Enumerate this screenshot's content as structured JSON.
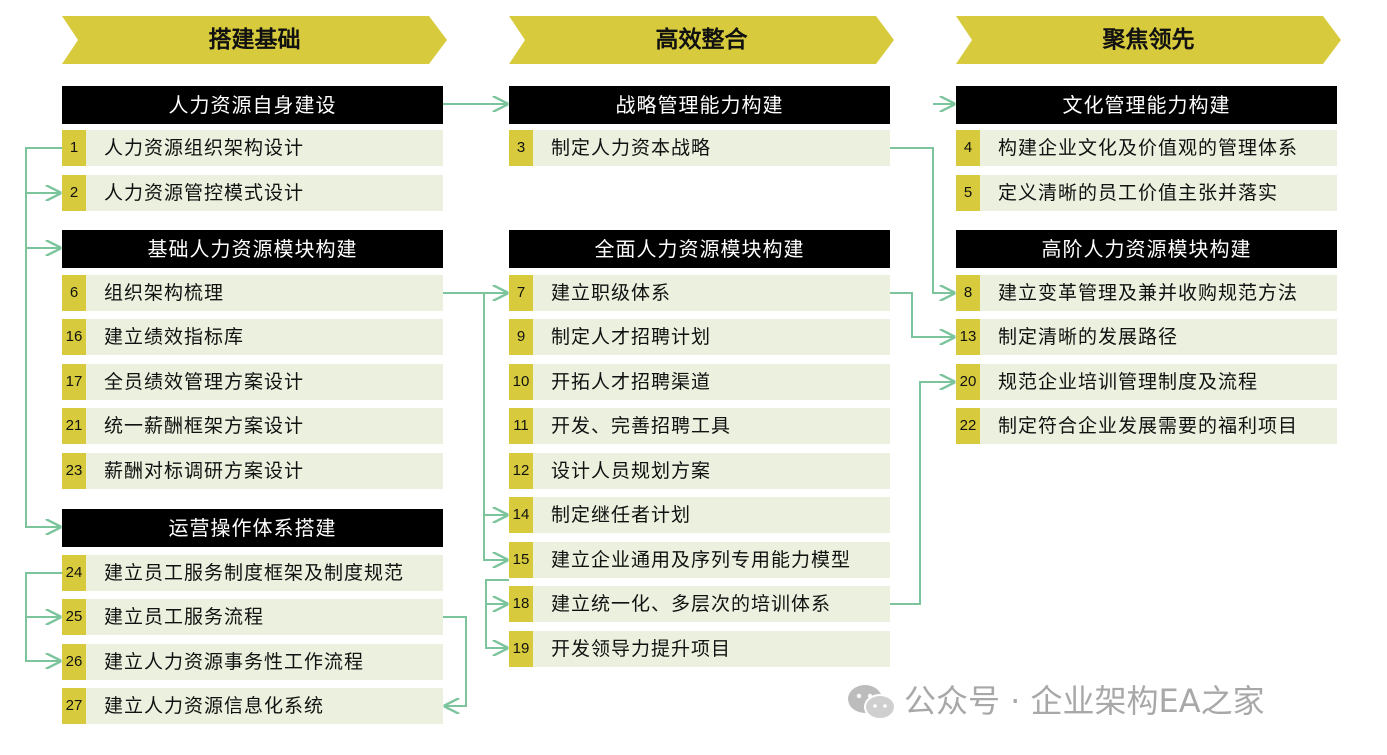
{
  "phases": [
    "搭建基础",
    "高效整合",
    "聚焦领先"
  ],
  "col1": {
    "g1": {
      "header": "人力资源自身建设",
      "items": [
        {
          "num": "1",
          "label": "人力资源组织架构设计"
        },
        {
          "num": "2",
          "label": "人力资源管控模式设计"
        }
      ]
    },
    "g2": {
      "header": "基础人力资源模块构建",
      "items": [
        {
          "num": "6",
          "label": "组织架构梳理"
        },
        {
          "num": "16",
          "label": "建立绩效指标库"
        },
        {
          "num": "17",
          "label": "全员绩效管理方案设计"
        },
        {
          "num": "21",
          "label": "统一薪酬框架方案设计"
        },
        {
          "num": "23",
          "label": "薪酬对标调研方案设计"
        }
      ]
    },
    "g3": {
      "header": "运营操作体系搭建",
      "items": [
        {
          "num": "24",
          "label": "建立员工服务制度框架及制度规范"
        },
        {
          "num": "25",
          "label": "建立员工服务流程"
        },
        {
          "num": "26",
          "label": "建立人力资源事务性工作流程"
        },
        {
          "num": "27",
          "label": "建立人力资源信息化系统"
        }
      ]
    }
  },
  "col2": {
    "g1": {
      "header": "战略管理能力构建",
      "items": [
        {
          "num": "3",
          "label": "制定人力资本战略"
        }
      ]
    },
    "g2": {
      "header": "全面人力资源模块构建",
      "items": [
        {
          "num": "7",
          "label": "建立职级体系"
        },
        {
          "num": "9",
          "label": "制定人才招聘计划"
        },
        {
          "num": "10",
          "label": "开拓人才招聘渠道"
        },
        {
          "num": "11",
          "label": "开发、完善招聘工具"
        },
        {
          "num": "12",
          "label": "设计人员规划方案"
        },
        {
          "num": "14",
          "label": "制定继任者计划"
        },
        {
          "num": "15",
          "label": "建立企业通用及序列专用能力模型"
        },
        {
          "num": "18",
          "label": "建立统一化、多层次的培训体系"
        },
        {
          "num": "19",
          "label": "开发领导力提升项目"
        }
      ]
    }
  },
  "col3": {
    "g1": {
      "header": "文化管理能力构建",
      "items": [
        {
          "num": "4",
          "label": "构建企业文化及价值观的管理体系"
        },
        {
          "num": "5",
          "label": "定义清晰的员工价值主张并落实"
        }
      ]
    },
    "g2": {
      "header": "高阶人力资源模块构建",
      "items": [
        {
          "num": "8",
          "label": "建立变革管理及兼并收购规范方法"
        },
        {
          "num": "13",
          "label": "制定清晰的发展路径"
        },
        {
          "num": "20",
          "label": "规范企业培训管理制度及流程"
        },
        {
          "num": "22",
          "label": "制定符合企业发展需要的福利项目"
        }
      ]
    }
  },
  "watermark": "公众号 · 企业架构EA之家",
  "colors": {
    "phase_fill": "#d7cb3d",
    "header_bg": "#000000",
    "item_bg": "#ebf1de",
    "num_bg": "#d7cb3d",
    "connector": "#7cc49c"
  }
}
